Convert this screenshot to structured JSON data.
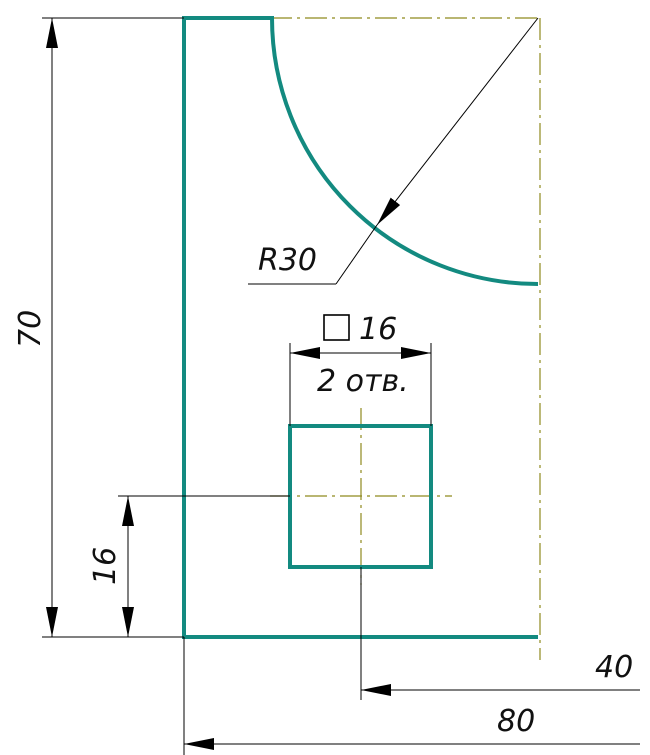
{
  "drawing": {
    "colors": {
      "contour": "#138a80",
      "centerline": "#8f8a1e",
      "dimension": "#000000",
      "background": "#ffffff"
    },
    "labels": {
      "radius": "R30",
      "hole_size": "16",
      "hole_count": "2 отв.",
      "height_overall": "70",
      "hole_offset_vertical": "16",
      "hole_offset_horizontal": "40",
      "width_overall": "80"
    },
    "symbols": {
      "square_icon": "square-symbol-icon"
    }
  }
}
